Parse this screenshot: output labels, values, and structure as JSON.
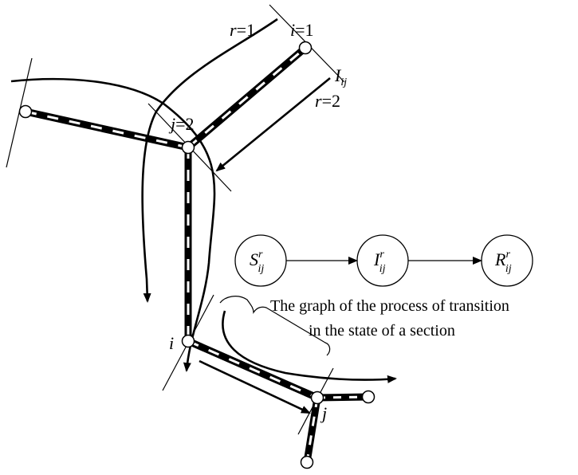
{
  "labels": {
    "r1": {
      "var": "r",
      "eq": "=1"
    },
    "i1": {
      "var": "i",
      "eq": "=1"
    },
    "iij": {
      "var": "I",
      "sub": "ij"
    },
    "r2": {
      "var": "r",
      "eq": "=2"
    },
    "j2": {
      "var": "j",
      "eq": "=2"
    },
    "i_lower": {
      "var": "i"
    },
    "j_lower": {
      "var": "j"
    }
  },
  "states": [
    {
      "var": "S",
      "sub": "ij",
      "sup": "r"
    },
    {
      "var": "I",
      "sub": "ij",
      "sup": "r"
    },
    {
      "var": "R",
      "sub": "ij",
      "sup": "r"
    }
  ],
  "caption": {
    "line1": "The graph of the process of transition",
    "line2": "in the state of a section"
  }
}
